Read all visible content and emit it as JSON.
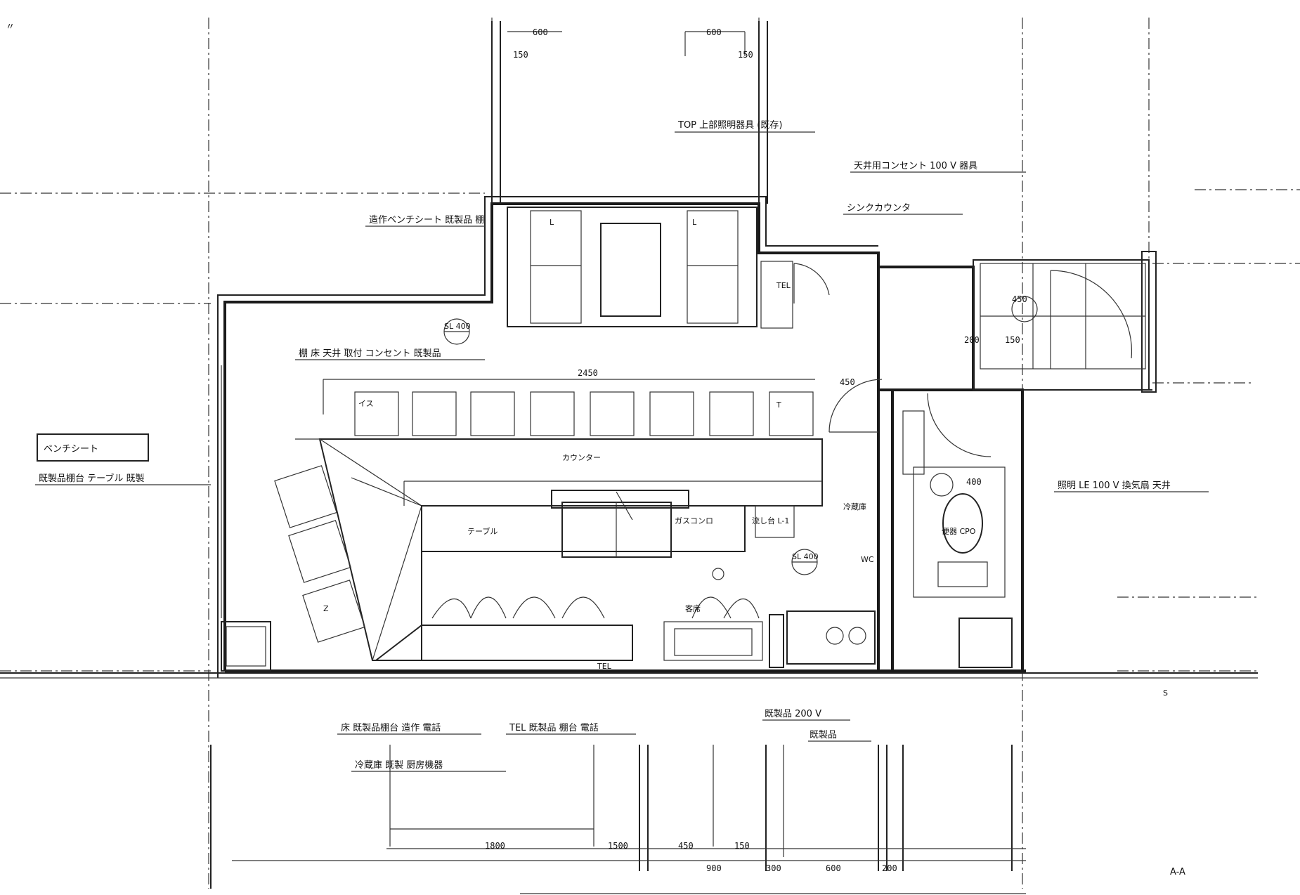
{
  "labels": {
    "top_center_note": "TOP 上部照明器具 (既存)",
    "top_right_note_1": "天井用コンセント 100 V 器具",
    "top_right_note_2": "シンクカウンタ",
    "left_note": "既製品棚台 テーブル 既製",
    "left_top_note": "棚 床 天井 取付 コンセント 既製品",
    "upper_left_seat_note": "造作ベンチシート 既製品 棚",
    "left_box": "ベンチシート",
    "right_note": "照明 LE 100 V 換気扇 天井",
    "bottom_note_1": "床 既製品棚台 造作 電話",
    "bottom_note_2": "TEL 既製品 棚台 電話",
    "bottom_note_3": "冷蔵庫 既製 厨房機器",
    "bottom_note_4": "既製品 200 V",
    "bottom_note_5": "既製品",
    "bottom_right_mark": "A-A",
    "mark_corner": "〃",
    "dims_top": [
      "600",
      "600",
      "150",
      "150"
    ],
    "dim_mid": "2450",
    "dim_450": "450",
    "dims_bottom": [
      "1800",
      "1500",
      "450",
      "900",
      "150",
      "300",
      "600",
      "200"
    ],
    "sl_symbol": "SL 400",
    "tel_label": "TEL",
    "dims_right_room": [
      "400",
      "450",
      "200",
      "150"
    ],
    "toilet_label": "便器 CPO",
    "counter_label": "カウンター",
    "table_label": "テーブル",
    "sink_label_1": "流し台 L-1",
    "sink_label_2": "ガスコンロ",
    "sink_label_3": "冷蔵庫",
    "wc_label": "WC",
    "chair_label": "イス",
    "room_label": "客席",
    "misc_marks": [
      "L",
      "L",
      "T",
      "Z",
      "S"
    ]
  }
}
